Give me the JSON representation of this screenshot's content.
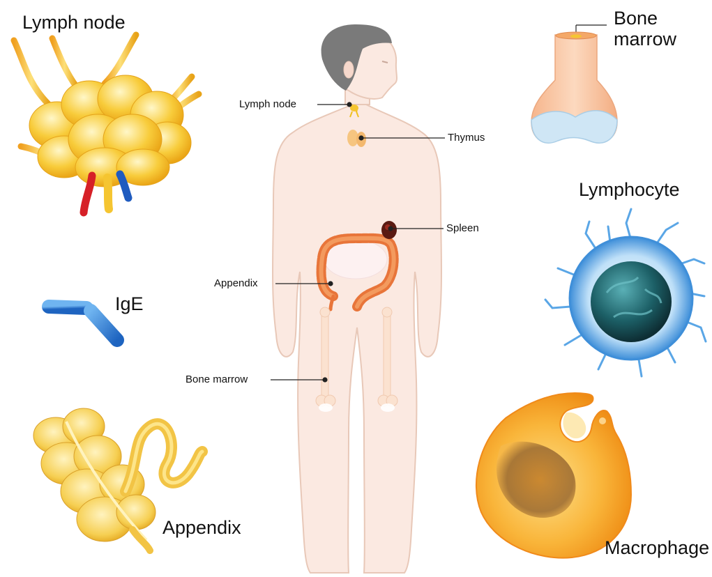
{
  "labels": {
    "lymph_node_big": "Lymph node",
    "ige": "IgE",
    "appendix_big": "Appendix",
    "bone_marrow_big": "Bone marrow",
    "lymphocyte": "Lymphocyte",
    "macrophage": "Macrophage"
  },
  "callouts": {
    "lymph_node": "Lymph node",
    "thymus": "Thymus",
    "spleen": "Spleen",
    "appendix": "Appendix",
    "bone_marrow": "Bone marrow"
  },
  "colors": {
    "skin": "#fbe9e1",
    "skin_outline": "#e8c8b8",
    "hair": "#7a7a7a",
    "lymph_yellow": "#f5c531",
    "artery": "#d62027",
    "vein": "#1f5bbf",
    "bone": "#f7c9a8",
    "cartilage": "#cfe6f5",
    "antibody": "#3f8fd9",
    "lymphocyte_outer": "#8cc3ee",
    "lymphocyte_nucleus": "#1b5a60",
    "macrophage": "#f7a61e",
    "colon": "#e8753a",
    "spleen": "#5a1a12"
  }
}
